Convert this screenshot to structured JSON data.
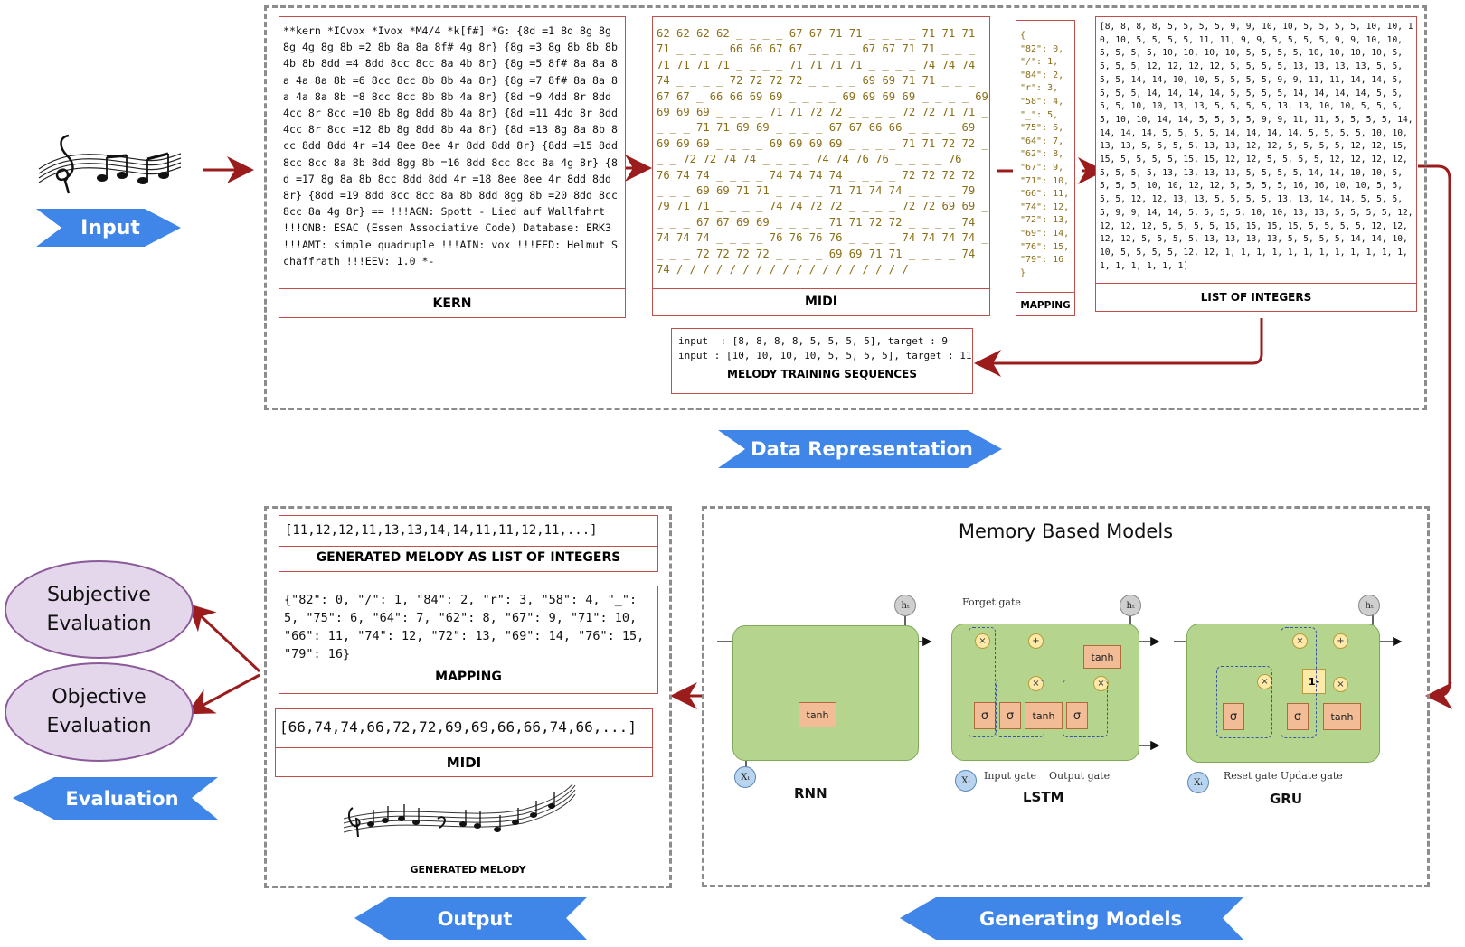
{
  "sections": {
    "input": "Input",
    "data_representation": "Data Representation",
    "generating_models": "Generating Models",
    "output": "Output",
    "evaluation": "Evaluation"
  },
  "kern": {
    "caption": "KERN",
    "text": "**kern *ICvox *Ivox *M4/4 *k[f#] *G: {8d =1 8d 8g 8g 8g 4g 8g 8b =2 8b 8a 8a 8f# 4g 8r} {8g =3 8g 8b 8b 8b 4b 8b 8dd =4 8dd 8cc 8cc 8a 4b 8r} {8g =5 8f# 8a 8a 8a 4a 8a 8b =6 8cc 8cc 8b 8b 4a 8r} {8g =7 8f# 8a 8a 8a 4a 8a 8b =8 8cc 8cc 8b 8b 4a 8r} {8d =9 4dd 8r 8dd 4cc 8r 8cc =10 8b 8g 8dd 8b 4a 8r} {8d =11 4dd 8r 8dd 4cc 8r 8cc =12 8b 8g 8dd 8b 4a 8r} {8d =13 8g 8a 8b 8cc 8dd 8dd 4r =14 8ee 8ee 4r 8dd 8dd 8r} {8dd =15 8dd 8cc 8cc 8a 8b 8dd 8gg 8b =16 8dd 8cc 8cc 8a 4g 8r} {8d =17 8g 8a 8b 8cc 8dd 8dd 4r =18 8ee 8ee 4r 8dd 8dd 8r} {8dd =19 8dd 8cc 8cc 8a 8b 8dd 8gg 8b =20 8dd 8cc 8cc 8a 4g 8r} == !!!AGN: Spott - Lied auf Wallfahrt !!!ONB: ESAC (Essen Associative Code) Database: ERK3 !!!AMT: simple quadruple !!!AIN: vox !!!EED: Helmut Schaffrath !!!EEV: 1.0 *-"
  },
  "midi": {
    "caption": "MIDI",
    "lines": [
      "62 62 62 62 _ _ _ _ 67 67 71 71 _ _ _ _ 71 71 71",
      "71 _ _ _ _ 66 66 67 67 _ _ _ _ 67 67 71 71 _ _ _",
      "71 71 71 71 _ _ _ _ 71 71 71 71 _ _ _ _ 74 74 74",
      "74 _ _ _ _ 72 72 72 72 _ _ _ _ 69 69 71 71 _ _ _",
      "67 67 _ 66 66 69 69 _ _ _ _ 69 69 69 69 _ _ _ _ 69",
      "69 69 69 _ _ _ _ 71 71 72 72 _ _ _ _ 72 72 71 71 _",
      "_ _ _ 71 71 69 69 _ _ _ _ 67 67 66 66 _ _ _ _ 69",
      "69 69 69 _ _ _ _ 69 69 69 69 _ _ _ _ 71 71 72 72 _",
      "_ _ 72 72 74 74 _ _ _ _ 74 74 76 76 _ _ _ _ 76",
      "76 74 74 _ _ _ _ 74 74 74 74 _ _ _ _ 72 72 72 72",
      "_ _ _ 69 69 71 71 _ _ _ _ 71 71 74 74 _ _ _ _ 79",
      "79 71 71 _ _ _ _ 74 74 72 72 _ _ _ _ 72 72 69 69 _",
      "_ _ _ 67 67 69 69 _ _ _ _ 71 71 72 72 _ _ _ _ 74",
      "74 74 74 _ _ _ _ 76 76 76 76 _ _ _ _ 74 74 74 74 _",
      "_ _ _ 72 72 72 72 _ _ _ _ 69 69 71 71 _ _ _ _ 74",
      "74 / / / / / / / / / / / / / / / / / /"
    ]
  },
  "mapping_small": {
    "caption": "MAPPING",
    "lines": [
      "{",
      "\"82\": 0,",
      "\"/\": 1,",
      "\"84\": 2,",
      "\"r\": 3,",
      "\"58\": 4,",
      "\"_\": 5,",
      "\"75\": 6,",
      "\"64\": 7,",
      "\"62\": 8,",
      "\"67\": 9,",
      "\"71\": 10,",
      "\"66\": 11,",
      "\"74\": 12,",
      "\"72\": 13,",
      "\"69\": 14,",
      "\"76\": 15,",
      "\"79\": 16",
      "}"
    ]
  },
  "integers": {
    "caption": "LIST OF INTEGERS",
    "text": "[8, 8, 8, 8, 5, 5, 5, 5, 9, 9, 10, 10, 5, 5, 5, 5, 10, 10, 10, 10, 5, 5, 5, 5, 11, 11, 9, 9, 5, 5, 5, 5, 9, 9, 10, 10, 5, 5, 5, 5, 10, 10, 10, 10, 5, 5, 5, 5, 10, 10, 10, 10, 5, 5, 5, 5, 12, 12, 12, 12, 5, 5, 5, 5, 13, 13, 13, 13, 5, 5, 5, 5, 14, 14, 10, 10, 5, 5, 5, 5, 9, 9, 11, 11, 14, 14, 5, 5, 5, 5, 14, 14, 14, 14, 5, 5, 5, 5, 14, 14, 14, 14, 5, 5, 5, 5, 10, 10, 13, 13, 5, 5, 5, 5, 13, 13, 10, 10, 5, 5, 5, 5, 10, 10, 14, 14, 5, 5, 5, 5, 9, 9, 11, 11, 5, 5, 5, 5, 14, 14, 14, 14, 5, 5, 5, 5, 14, 14, 14, 14, 5, 5, 5, 5, 10, 10, 13, 13, 5, 5, 5, 5, 13, 13, 12, 12, 5, 5, 5, 5, 12, 12, 15, 15, 5, 5, 5, 5, 15, 15, 12, 12, 5, 5, 5, 5, 12, 12, 12, 12, 5, 5, 5, 5, 13, 13, 13, 13, 5, 5, 5, 5, 14, 14, 10, 10, 5, 5, 5, 5, 10, 10, 12, 12, 5, 5, 5, 5, 16, 16, 10, 10, 5, 5, 5, 5, 12, 12, 13, 13, 5, 5, 5, 5, 13, 13, 14, 14, 5, 5, 5, 5, 9, 9, 14, 14, 5, 5, 5, 5, 10, 10, 13, 13, 5, 5, 5, 5, 12, 12, 12, 12, 5, 5, 5, 5, 15, 15, 15, 15, 5, 5, 5, 5, 12, 12, 12, 12, 5, 5, 5, 5, 13, 13, 13, 13, 5, 5, 5, 5, 14, 14, 10, 10, 5, 5, 5, 5, 12, 12, 1, 1, 1, 1, 1, 1, 1, 1, 1, 1, 1, 1, 1, 1, 1, 1, 1, 1]"
  },
  "training": {
    "caption": "MELODY TRAINING SEQUENCES",
    "line1": "input  : [8, 8, 8, 8, 5, 5, 5, 5], target : 9",
    "line2": "input : [10, 10, 10, 10, 5, 5, 5, 5], target : 11"
  },
  "output": {
    "generated_ints": "[11,12,12,11,13,13,14,14,11,11,12,11,...]",
    "generated_caption": "GENERATED MELODY AS LIST OF INTEGERS",
    "mapping_text": "{\"82\": 0, \"/\": 1, \"84\": 2, \"r\": 3, \"58\": 4, \"_\": 5, \"75\": 6, \"64\": 7, \"62\": 8, \"67\": 9, \"71\": 10, \"66\": 11, \"74\": 12, \"72\": 13, \"69\": 14, \"76\": 15, \"79\": 16}",
    "mapping_caption": "MAPPING",
    "midi_text": "[66,74,74,66,72,72,69,69,66,66,74,66,...]",
    "midi_caption": "MIDI",
    "melody_caption": "GENERATED MELODY"
  },
  "models": {
    "title": "Memory Based Models",
    "rnn": "RNN",
    "lstm": "LSTM",
    "gru": "GRU",
    "forget_gate": "Forget gate",
    "input_gate": "Input gate",
    "output_gate": "Output gate",
    "reset_update": "Reset gate Update gate",
    "tanh": "tanh",
    "sigma": "σ",
    "times": "×",
    "plus": "+",
    "one_minus": "1-",
    "h_t": "hₜ",
    "x_t": "Xₜ"
  },
  "evaluation": {
    "subjective": "Subjective Evaluation",
    "objective": "Objective Evaluation"
  },
  "colors": {
    "arrow_red": "#9b1c1c",
    "box_red": "#c0504d",
    "label_blue": "#3f86e8",
    "ellipse_fill": "#e4d7ec",
    "cell_green": "#b5d58f"
  }
}
